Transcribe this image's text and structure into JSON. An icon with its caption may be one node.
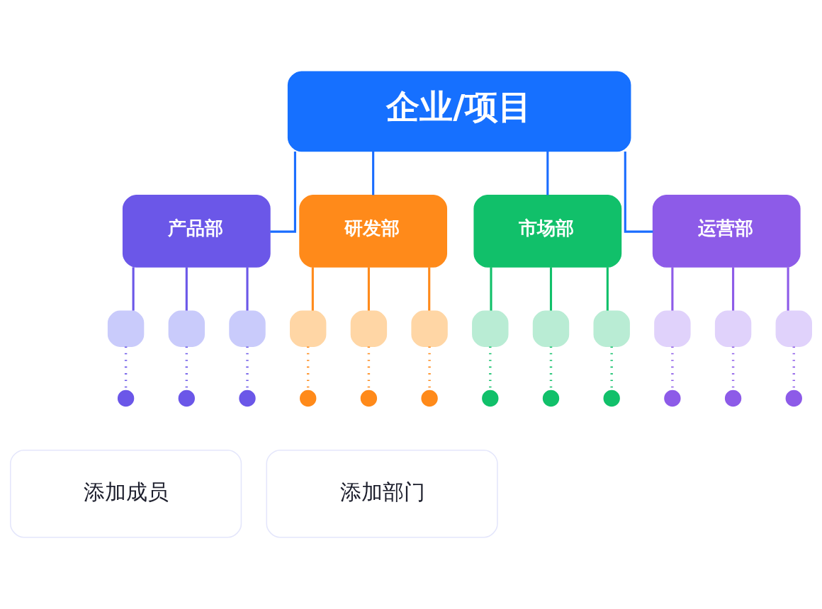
{
  "diagram": {
    "nodes": [
      {
        "text": [
          "企业/项目"
        ]
      },
      {
        "text": [
          "产品部"
        ]
      },
      {
        "text": [
          "研发部"
        ]
      },
      {
        "text": [
          "市场部"
        ]
      },
      {
        "text": [
          "运营部"
        ]
      },
      {
        "text": [],
        "shape": "box"
      },
      {
        "text": [],
        "shape": "box"
      },
      {
        "text": [],
        "shape": "box"
      },
      {
        "text": [],
        "shape": "box"
      },
      {
        "text": [],
        "shape": "box"
      },
      {
        "text": [],
        "shape": "box"
      },
      {
        "text": [],
        "shape": "box"
      },
      {
        "text": [],
        "shape": "box"
      },
      {
        "text": [],
        "shape": "box"
      },
      {
        "text": [],
        "shape": "box"
      },
      {
        "text": [],
        "shape": "box"
      },
      {
        "text": [],
        "shape": "box"
      },
      {
        "text": [],
        "shape": "circle"
      },
      {
        "text": [],
        "shape": "circle"
      },
      {
        "text": [],
        "shape": "circle"
      },
      {
        "text": [],
        "shape": "circle"
      },
      {
        "text": [],
        "shape": "circle"
      },
      {
        "text": [],
        "shape": "circle"
      },
      {
        "text": [],
        "shape": "circle"
      },
      {
        "text": [],
        "shape": "circle"
      },
      {
        "text": [],
        "shape": "circle"
      },
      {
        "text": [],
        "shape": "circle"
      },
      {
        "text": [],
        "shape": "circle"
      },
      {
        "text": [],
        "shape": "circle"
      },
      {
        "text": [
          "添加成员"
        ]
      },
      {
        "text": [
          "添加部门"
        ]
      }
    ],
    "edges": [
      {
        "from": 0,
        "to": 1,
        "arrow": "none",
        "color": "#1a6dff"
      },
      {
        "from": 0,
        "to": 2,
        "arrow": "none",
        "color": "#1a6dff"
      },
      {
        "from": 0,
        "to": 3,
        "arrow": "none",
        "color": "#1a6dff"
      },
      {
        "from": 0,
        "to": 4,
        "arrow": "none",
        "color": "#1a6dff"
      },
      {
        "from": 1,
        "to": 5,
        "arrow": "none",
        "color": "#6b57e8"
      },
      {
        "from": 1,
        "to": 6,
        "arrow": "none",
        "color": "#6b57e8"
      },
      {
        "from": 1,
        "to": 7,
        "arrow": "none",
        "color": "#6b57e8"
      },
      {
        "from": 2,
        "to": 8,
        "arrow": "none",
        "color": "#ff8a1a"
      },
      {
        "from": 2,
        "to": 9,
        "arrow": "none",
        "color": "#ff8a1a"
      },
      {
        "from": 2,
        "to": 10,
        "arrow": "none",
        "color": "#ff8a1a"
      },
      {
        "from": 3,
        "to": 11,
        "arrow": "none",
        "color": "#11c06a"
      },
      {
        "from": 3,
        "to": 12,
        "arrow": "none",
        "color": "#11c06a"
      },
      {
        "from": 3,
        "to": 13,
        "arrow": "none",
        "color": "#11c06a"
      },
      {
        "from": 4,
        "to": 14,
        "arrow": "none",
        "color": "#8d5be8"
      },
      {
        "from": 4,
        "to": 15,
        "arrow": "none",
        "color": "#8d5be8"
      },
      {
        "from": 4,
        "to": 16,
        "arrow": "none",
        "color": "#8d5be8"
      },
      {
        "from": 5,
        "to": 17,
        "arrow": "none",
        "style": "dashed",
        "color": "#6b57e8"
      },
      {
        "from": 6,
        "to": 18,
        "arrow": "none",
        "style": "dashed",
        "color": "#6b57e8"
      },
      {
        "from": 7,
        "to": 19,
        "arrow": "none",
        "style": "dashed",
        "color": "#6b57e8"
      },
      {
        "from": 8,
        "to": 20,
        "arrow": "none",
        "style": "dashed",
        "color": "#ff8a1a"
      },
      {
        "from": 9,
        "to": 21,
        "arrow": "none",
        "style": "dashed",
        "color": "#ff8a1a"
      },
      {
        "from": 10,
        "to": 22,
        "arrow": "none",
        "style": "dashed",
        "color": "#ff8a1a"
      },
      {
        "from": 11,
        "to": 23,
        "arrow": "none",
        "style": "dashed",
        "color": "#11c06a"
      },
      {
        "from": 12,
        "to": 24,
        "arrow": "none",
        "style": "dashed",
        "color": "#11c06a"
      },
      {
        "from": 13,
        "to": 25,
        "arrow": "none",
        "style": "dashed",
        "color": "#11c06a"
      },
      {
        "from": 14,
        "to": 26,
        "arrow": "none",
        "style": "dashed",
        "color": "#8d5be8"
      },
      {
        "from": 15,
        "to": 27,
        "arrow": "none",
        "style": "dashed",
        "color": "#8d5be8"
      },
      {
        "from": 16,
        "to": 28,
        "arrow": "none",
        "style": "dashed",
        "color": "#8d5be8"
      }
    ]
  }
}
